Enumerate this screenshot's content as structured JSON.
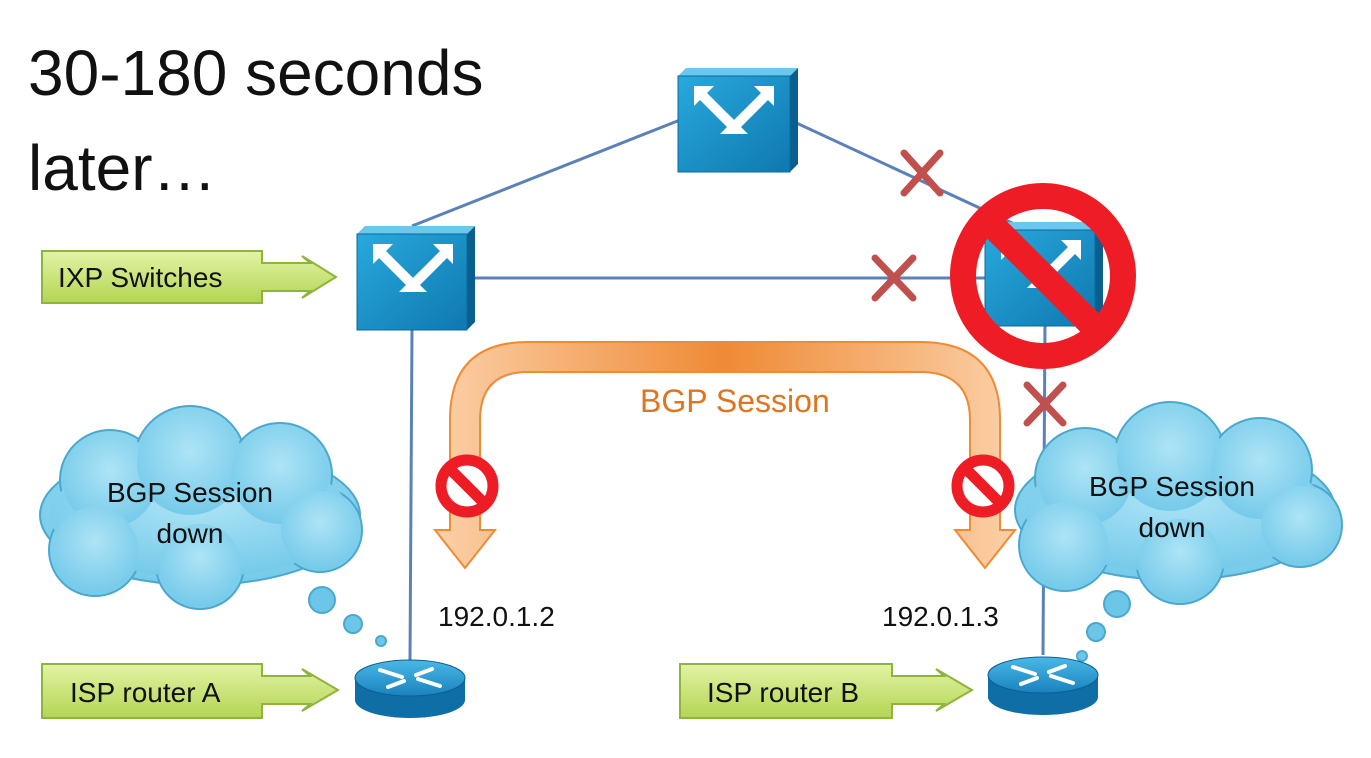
{
  "title_lines": [
    "30-180 seconds",
    "later…"
  ],
  "labels": {
    "ixp_switches": "IXP Switches",
    "router_a": "ISP router A",
    "router_b": "ISP router B",
    "bgp_session": "BGP Session",
    "ip_a": "192.0.1.2",
    "ip_b": "192.0.1.3"
  },
  "clouds": {
    "left": [
      "BGP Session",
      "down"
    ],
    "right": [
      "BGP Session",
      "down"
    ]
  },
  "colors": {
    "link": "#5b82b8",
    "switch": "#1a93c9",
    "label_fill": "#c7e36a",
    "label_border": "#8fb43b",
    "arrow": "#f2a25c",
    "bgp_text": "#e0741f",
    "prohibit": "#ee1c24",
    "cross": "#c0504d",
    "cloud": "#8fd6ee"
  },
  "icons": [
    "ixp-switch-icon",
    "isp-router-icon",
    "prohibited-icon",
    "link-broken-icon",
    "thought-cloud-icon"
  ]
}
